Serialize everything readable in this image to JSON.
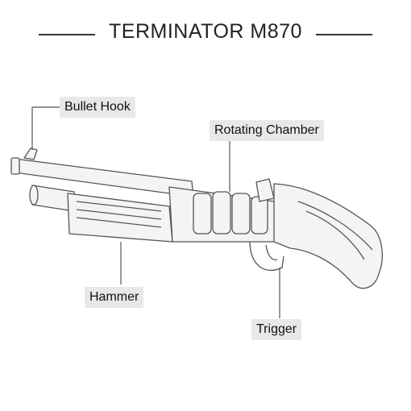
{
  "title": "TERMINATOR M870",
  "labels": {
    "bullet_hook": "Bullet Hook",
    "rotating_chamber": "Rotating Chamber",
    "hammer": "Hammer",
    "trigger": "Trigger"
  },
  "colors": {
    "outline": "#555555",
    "fill": "#f4f4f4",
    "label_bg": "#e8e8e8",
    "leader": "#555555"
  }
}
